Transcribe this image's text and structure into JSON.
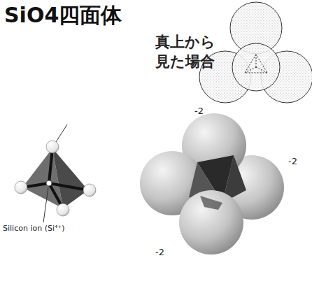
{
  "diagram": {
    "title": "SiO4四面体",
    "labels": [
      "真上から 見た場合",
      "Silicon ion (Si⁴⁺)",
      "-2",
      "-2",
      "-2"
    ]
  }
}
